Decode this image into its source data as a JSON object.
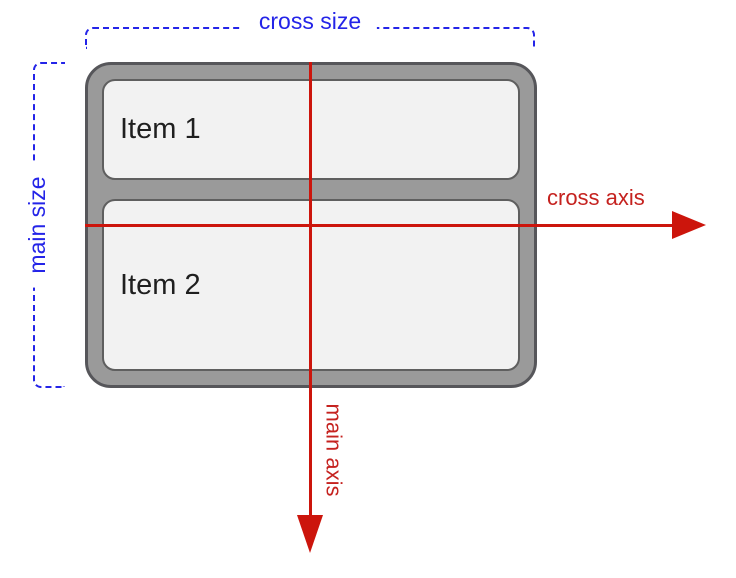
{
  "diagram": {
    "container": {
      "items": [
        {
          "label": "Item 1"
        },
        {
          "label": "Item 2"
        }
      ]
    },
    "measures": {
      "cross_size": {
        "label": "cross size"
      },
      "main_size": {
        "label": "main size"
      },
      "color": "#2424e8"
    },
    "axes": {
      "cross_axis": {
        "label": "cross axis"
      },
      "main_axis": {
        "label": "main axis"
      },
      "line_color": "#cc150c",
      "label_color": "#c5221f"
    }
  }
}
